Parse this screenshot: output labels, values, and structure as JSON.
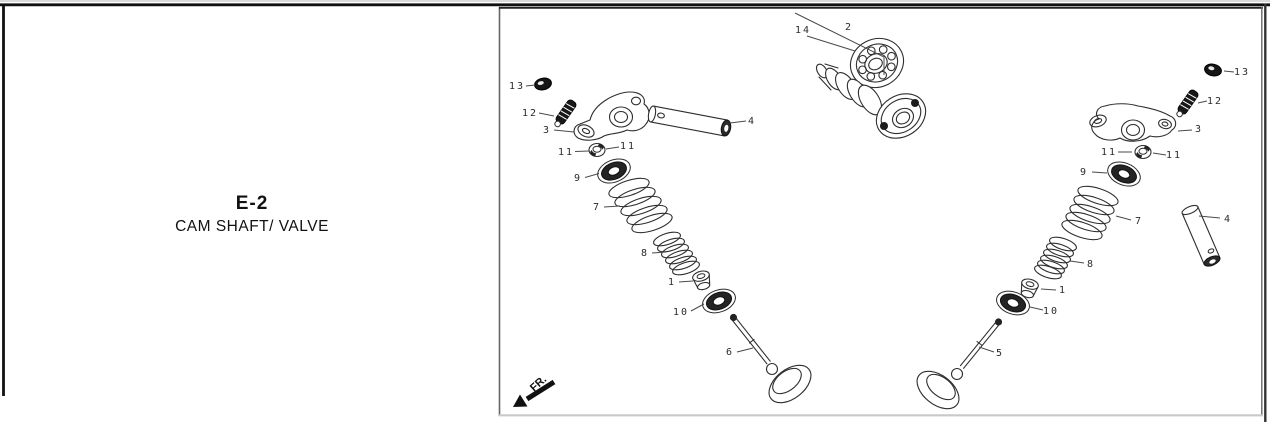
{
  "page": {
    "code": "E-2",
    "title": "CAM SHAFT/ VALVE"
  },
  "diagram": {
    "fr_label": "FR.",
    "callouts": {
      "camshaft": "2",
      "bearing": "14",
      "locknut_left": "13",
      "adjuster_left": "12",
      "rocker_left": "3",
      "shaft_left": "4",
      "nut_left_a": "11",
      "nut_left_b": "11",
      "retainer_left": "9",
      "spring_outer_left": "7",
      "spring_inner_left": "8",
      "cotter_left": "1",
      "seal_left": "10",
      "valve_intake": "6",
      "locknut_right": "13",
      "adjuster_right": "12",
      "rocker_right": "3",
      "shaft_right": "4",
      "nut_right_a": "11",
      "nut_right_b": "11",
      "retainer_right": "9",
      "spring_outer_right": "7",
      "spring_inner_right": "8",
      "cotter_right": "1",
      "seal_right": "10",
      "valve_exhaust": "5"
    }
  },
  "colors": {
    "ink": "#1a1a1a",
    "line": "#2e2e2e",
    "frame": "#111111",
    "box_border": "#666666",
    "box_border_bottom": "#c9c9c9",
    "bg": "#ffffff"
  }
}
